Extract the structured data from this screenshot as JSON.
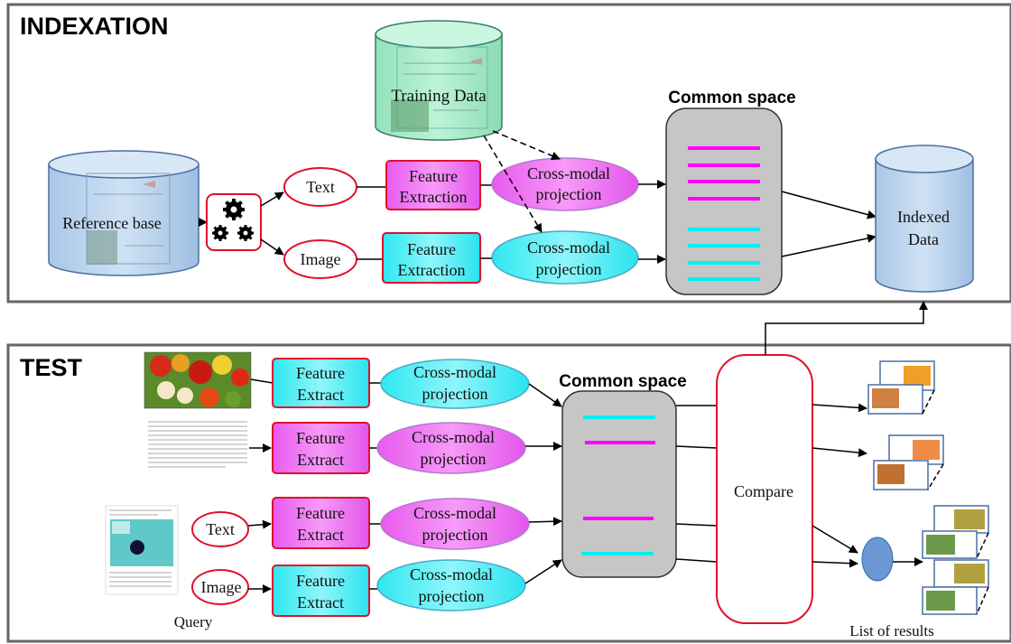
{
  "indexation": {
    "title": "INDEXATION",
    "training_data": "Training Data",
    "reference_base": "Reference base",
    "text": "Text",
    "image": "Image",
    "feature_extraction_1": "Feature",
    "feature_extraction_2": "Extraction",
    "cross_modal_1": "Cross-modal",
    "cross_modal_2": "projection",
    "common_space": "Common space",
    "indexed_1": "Indexed",
    "indexed_2": "Data"
  },
  "test": {
    "title": "TEST",
    "feature_extract_1": "Feature",
    "feature_extract_2": "Extract",
    "cross_modal_1": "Cross-modal",
    "cross_modal_2": "projection",
    "common_space": "Common space",
    "text": "Text",
    "image": "Image",
    "query": "Query",
    "compare": "Compare",
    "list_of_results": "List of results"
  },
  "colors": {
    "magenta": "#ff00ff",
    "cyan": "#00f0f0",
    "cylinder_blue": "#b9d3ee",
    "training_green": "#a8ecc8",
    "common_space_gray": "#c8c8c8",
    "box_border": "#e0102a"
  }
}
